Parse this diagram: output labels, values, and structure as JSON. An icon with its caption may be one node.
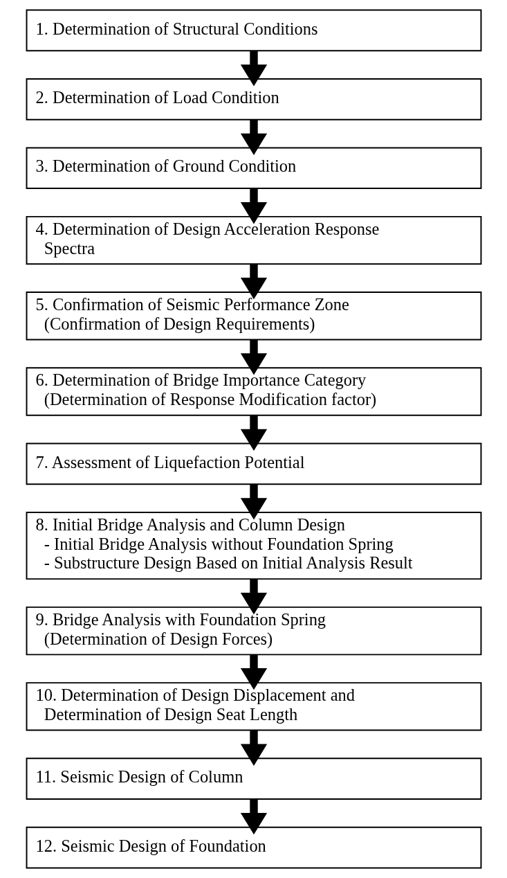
{
  "diagram": {
    "nodes": [
      {
        "text": [
          "1. Determination of Structural Conditions"
        ]
      },
      {
        "text": [
          "2. Determination of Load Condition"
        ]
      },
      {
        "text": [
          "3. Determination of Ground Condition"
        ]
      },
      {
        "text": [
          "4. Determination of Design Acceleration Response Spectra"
        ]
      },
      {
        "text": [
          "5. Confirmation of Seismic Performance Zone",
          "(Confirmation of Design Requirements)"
        ]
      },
      {
        "text": [
          "6. Determination of Bridge Importance Category",
          "(Determination of Response Modification factor)"
        ]
      },
      {
        "text": [
          "7. Assessment of Liquefaction Potential"
        ]
      },
      {
        "text": [
          "8. Initial Bridge Analysis and Column Design",
          "- Initial Bridge Analysis without Foundation Spring",
          "- Substructure Design Based on Initial Analysis Result"
        ]
      },
      {
        "text": [
          "9. Bridge Analysis with Foundation Spring",
          "(Determination of Design Forces)"
        ]
      },
      {
        "text": [
          "10. Determination of Design Displacement and Determination of Design Seat Length"
        ]
      },
      {
        "text": [
          "11. Seismic Design of Column"
        ]
      },
      {
        "text": [
          "12. Seismic Design of Foundation"
        ]
      }
    ],
    "edges": [
      {
        "from": 0,
        "to": 1,
        "arrow": "to"
      },
      {
        "from": 1,
        "to": 2,
        "arrow": "to"
      },
      {
        "from": 2,
        "to": 3,
        "arrow": "to"
      },
      {
        "from": 3,
        "to": 4,
        "arrow": "to"
      },
      {
        "from": 4,
        "to": 5,
        "arrow": "to"
      },
      {
        "from": 5,
        "to": 6,
        "arrow": "to"
      },
      {
        "from": 6,
        "to": 7,
        "arrow": "to"
      },
      {
        "from": 7,
        "to": 8,
        "arrow": "to"
      },
      {
        "from": 8,
        "to": 9,
        "arrow": "to"
      },
      {
        "from": 9,
        "to": 10,
        "arrow": "to"
      },
      {
        "from": 10,
        "to": 11,
        "arrow": "to"
      }
    ]
  }
}
